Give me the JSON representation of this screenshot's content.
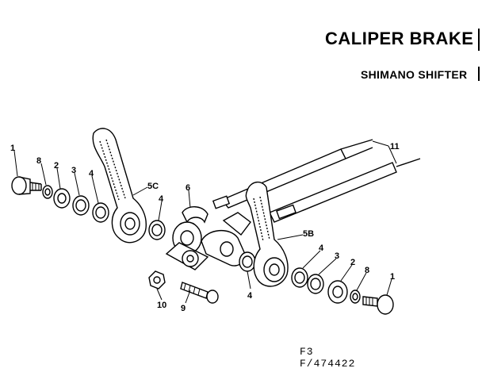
{
  "header": {
    "title": "CALIPER BRAKE",
    "subtitle": "SHIMANO SHIFTER"
  },
  "callouts": {
    "left_1": "1",
    "left_8": "8",
    "left_2": "2",
    "left_3": "3",
    "left_4a": "4",
    "left_5c": "5C",
    "left_4b": "4",
    "center_6": "6",
    "center_10": "10",
    "center_9": "9",
    "center_4": "4",
    "right_11": "11",
    "right_5b": "5B",
    "right_4": "4",
    "right_3": "3",
    "right_2": "2",
    "right_8": "8",
    "right_1": "1"
  },
  "footer": {
    "line1": "F3",
    "line2": "F/474422"
  }
}
